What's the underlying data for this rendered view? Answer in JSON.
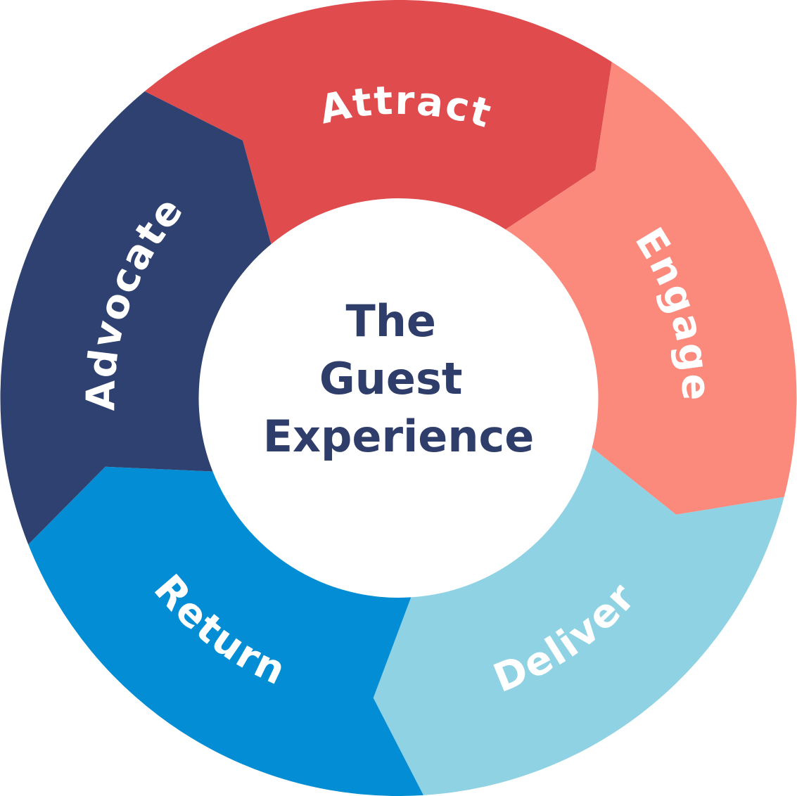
{
  "diagram": {
    "type": "cycle",
    "direction": "clockwise",
    "center_title": {
      "line1": "The",
      "line2": "Guest",
      "line3": "Experience"
    },
    "segments": [
      {
        "label": "Attract",
        "color": "#E04B4E"
      },
      {
        "label": "Engage",
        "color": "#FB8A7C"
      },
      {
        "label": "Deliver",
        "color": "#8FD2E4"
      },
      {
        "label": "Return",
        "color": "#038DD5"
      },
      {
        "label": "Advocate",
        "color": "#2E4170"
      }
    ],
    "colors": {
      "background": "#FFFFFF",
      "segment_label_text": "#FFFFFF",
      "center_text": "#2E3D69"
    }
  }
}
